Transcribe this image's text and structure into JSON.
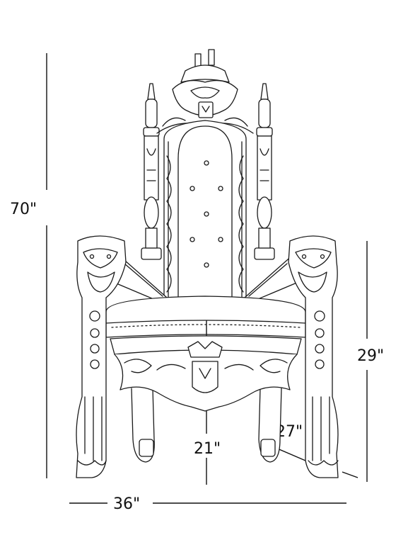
{
  "diagram": {
    "dimensions": {
      "height_total": "70\"",
      "seat_height": "29\"",
      "width": "36\"",
      "seat_depth": "27\"",
      "seat_width": "21\""
    },
    "colors": {
      "ink": "#1a1a1a",
      "background": "#ffffff"
    }
  }
}
